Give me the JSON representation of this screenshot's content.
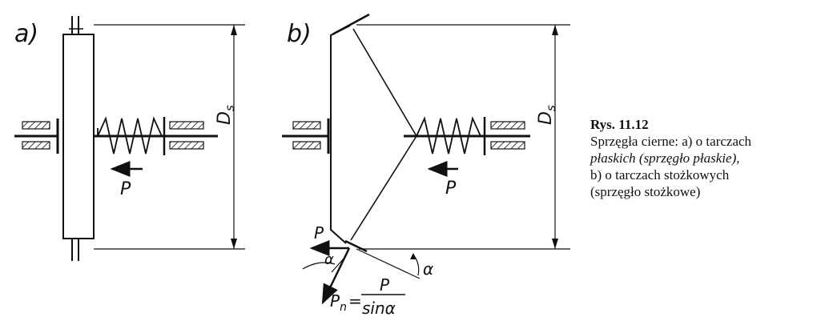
{
  "figure": {
    "label_a": "a)",
    "label_b": "b)",
    "ds": "D",
    "ds_sub": "s",
    "force_p": "P",
    "alpha": "α",
    "pn": "P",
    "pn_sub": "n",
    "eq": "=",
    "frac_num": "P",
    "frac_den": "sinα"
  },
  "caption": {
    "title": "Rys. 11.12",
    "line1": "Sprzęgła cierne: a) o tarczach",
    "line2a": "płaskich",
    "line2b": " (sprzęgło płaskie),",
    "line3": "b) o tarczach stożkowych",
    "line4": "(sprzęgło stożkowe)"
  }
}
